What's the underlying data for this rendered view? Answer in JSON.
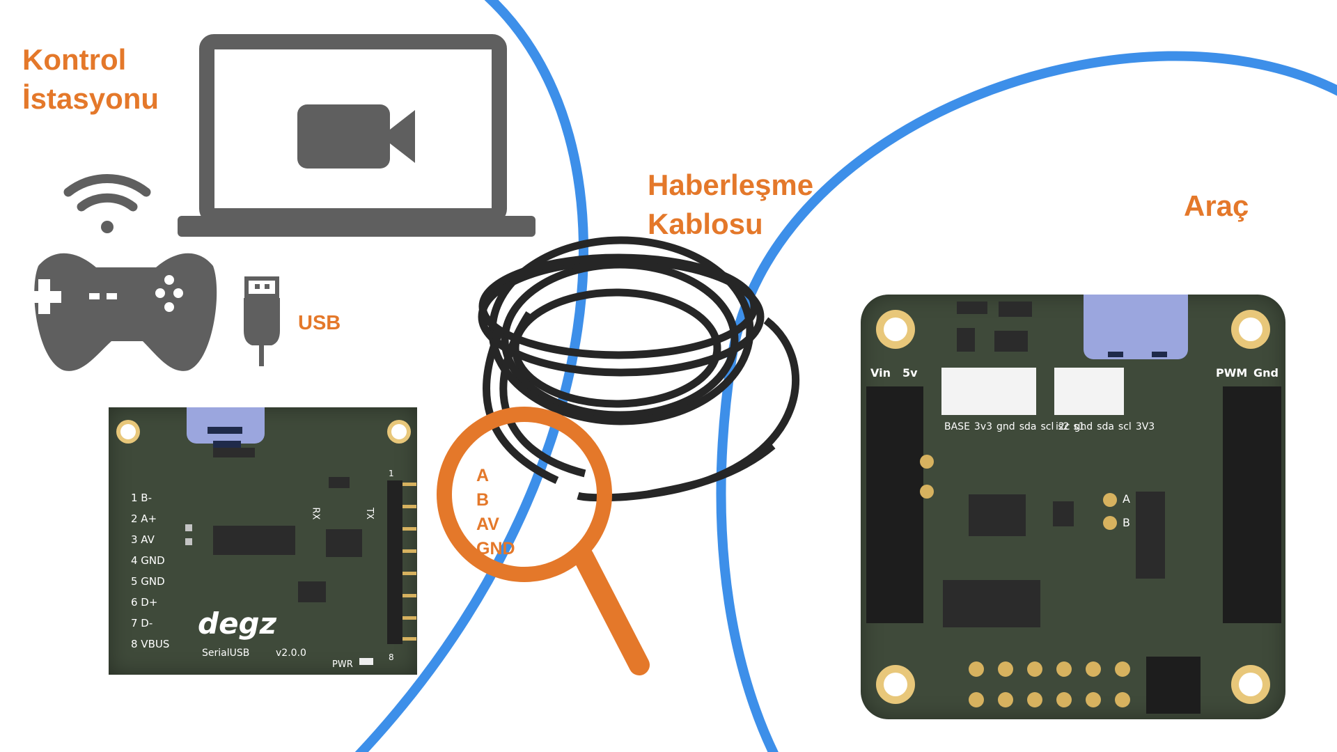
{
  "labels": {
    "control_station_line1": "Kontrol",
    "control_station_line2": "İstasyonu",
    "comm_cable_line1": "Haberleşme",
    "comm_cable_line2": "Kablosu",
    "vehicle": "Araç",
    "usb": "USB"
  },
  "magnifier_signals": [
    "A",
    "B",
    "AV",
    "GND"
  ],
  "usb_board": {
    "brand": "degz",
    "name": "SerialUSB",
    "version": "v2.0.0",
    "pwr_label": "PWR",
    "rx_label": "RX",
    "tx_label": "TX",
    "header_top": "1",
    "header_bottom": "8",
    "pins": [
      "1 B-",
      "2 A+",
      "3 AV",
      "4 GND",
      "5 GND",
      "6 D+",
      "7 D-",
      "8 VBUS"
    ]
  },
  "vehicle_board": {
    "vin": "Vin",
    "v5": "5v",
    "pwm": "PWM",
    "gnd": "Gnd",
    "conn1_pins": [
      "BASE",
      "3v3",
      "gnd",
      "sda",
      "scl",
      "s2",
      "s1"
    ],
    "conn2_pins": [
      "i2c",
      "gnd",
      "sda",
      "scl",
      "3V3"
    ],
    "pad_a": "A",
    "pad_b": "B"
  },
  "colors": {
    "accent_orange": "#e4782a",
    "circle_blue": "#3d8fe9",
    "icon_gray": "#5f5f5f",
    "pcb_green": "#3f4a3a",
    "usbc_lavender": "#9ba6de"
  }
}
